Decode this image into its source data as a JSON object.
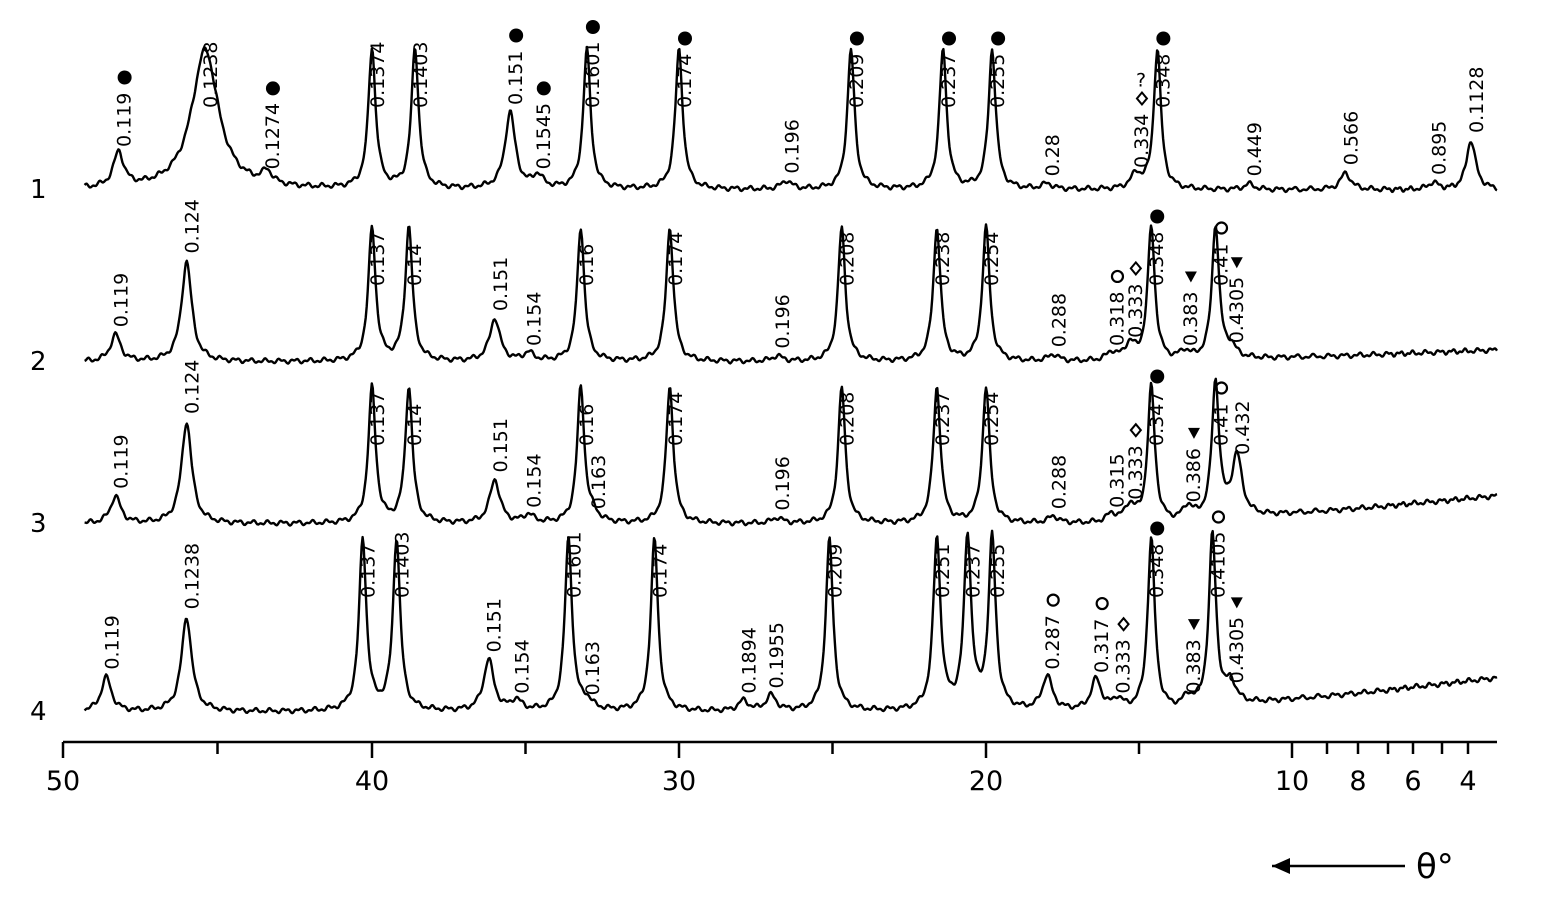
{
  "chart_data": {
    "type": "line",
    "title": "",
    "xlabel": "θ°",
    "ylabel": "",
    "x_direction": "decreasing to the right",
    "x_scale": "angle",
    "grid": false,
    "xlim": [
      50,
      3
    ],
    "x_ticks": [
      {
        "value": 50,
        "label": "50"
      },
      {
        "value": 45,
        "label": ""
      },
      {
        "value": 40,
        "label": "40"
      },
      {
        "value": 35,
        "label": ""
      },
      {
        "value": 30,
        "label": "30"
      },
      {
        "value": 25,
        "label": ""
      },
      {
        "value": 20,
        "label": "20"
      },
      {
        "value": 15,
        "label": ""
      },
      {
        "value": 10,
        "label": "10"
      },
      {
        "value": 9,
        "label": ""
      },
      {
        "value": 8,
        "label": "8"
      },
      {
        "value": 7,
        "label": ""
      },
      {
        "value": 6,
        "label": "6"
      },
      {
        "value": 5,
        "label": ""
      },
      {
        "value": 4,
        "label": "4"
      }
    ],
    "marker_legend": {
      "filled_circle": "●",
      "open_circle": "○",
      "diamond": "◇",
      "triangle": "▼",
      "question": "?"
    },
    "series": [
      {
        "name": "1",
        "peaks": [
          {
            "x": 48.2,
            "h": 0.25,
            "label": "0.119",
            "marker": "filled_circle"
          },
          {
            "x": 45.4,
            "h": 1.0,
            "w": 1.1,
            "label": "0.1238"
          },
          {
            "x": 43.4,
            "h": 0.09,
            "label": "0.1274",
            "marker": "filled_circle"
          },
          {
            "x": 40.0,
            "h": 1.0,
            "label": "0.1374"
          },
          {
            "x": 38.6,
            "h": 1.0,
            "label": "0.1403"
          },
          {
            "x": 35.5,
            "h": 0.55,
            "label": "0.151",
            "marker": "filled_circle"
          },
          {
            "x": 34.6,
            "h": 0.09,
            "label": "0.1545",
            "marker": "filled_circle"
          },
          {
            "x": 33.0,
            "h": 1.0,
            "label": "0.1601",
            "marker": "filled_circle"
          },
          {
            "x": 30.0,
            "h": 1.0,
            "label": "0.174",
            "marker": "filled_circle"
          },
          {
            "x": 26.5,
            "h": 0.06,
            "label": "0.196"
          },
          {
            "x": 24.4,
            "h": 1.0,
            "label": "0.209",
            "marker": "filled_circle"
          },
          {
            "x": 21.4,
            "h": 1.0,
            "label": "0.237",
            "marker": "filled_circle"
          },
          {
            "x": 19.8,
            "h": 1.0,
            "label": "0.255",
            "marker": "filled_circle"
          },
          {
            "x": 18.0,
            "h": 0.04,
            "label": "0.28"
          },
          {
            "x": 15.1,
            "h": 0.1,
            "label": "0.334",
            "marker": "diamond",
            "question": true
          },
          {
            "x": 14.4,
            "h": 1.0,
            "label": "0.348",
            "marker": "filled_circle"
          },
          {
            "x": 11.4,
            "h": 0.04,
            "label": "0.449"
          },
          {
            "x": 8.4,
            "h": 0.12,
            "label": "0.566"
          },
          {
            "x": 5.3,
            "h": 0.05,
            "label": "0.895"
          },
          {
            "x": 3.9,
            "h": 0.35,
            "label": "0.1128"
          }
        ]
      },
      {
        "name": "2",
        "peaks": [
          {
            "x": 48.3,
            "h": 0.2,
            "label": "0.119"
          },
          {
            "x": 46.0,
            "h": 0.75,
            "label": "0.124"
          },
          {
            "x": 40.0,
            "h": 1.0,
            "label": "0.137"
          },
          {
            "x": 38.8,
            "h": 1.0,
            "label": "0.14"
          },
          {
            "x": 36.0,
            "h": 0.32,
            "label": "0.151"
          },
          {
            "x": 34.9,
            "h": 0.06,
            "label": "0.154"
          },
          {
            "x": 33.2,
            "h": 1.0,
            "label": "0.16"
          },
          {
            "x": 30.3,
            "h": 1.0,
            "label": "0.174"
          },
          {
            "x": 26.8,
            "h": 0.04,
            "label": "0.196"
          },
          {
            "x": 24.7,
            "h": 1.0,
            "label": "0.208"
          },
          {
            "x": 21.6,
            "h": 1.0,
            "label": "0.238"
          },
          {
            "x": 20.0,
            "h": 1.0,
            "label": "0.254"
          },
          {
            "x": 17.8,
            "h": 0.05,
            "label": "0.288"
          },
          {
            "x": 15.9,
            "h": 0.06,
            "label": "0.318",
            "marker": "open_circle"
          },
          {
            "x": 15.3,
            "h": 0.12,
            "label": "0.333",
            "marker": "diamond"
          },
          {
            "x": 14.6,
            "h": 1.0,
            "label": "0.348",
            "marker": "filled_circle"
          },
          {
            "x": 13.5,
            "h": 0.06,
            "label": "0.383",
            "marker": "triangle"
          },
          {
            "x": 12.5,
            "h": 1.0,
            "label": "0.41",
            "marker": "open_circle"
          },
          {
            "x": 12.0,
            "h": 0.08,
            "label": "0.4305",
            "marker": "triangle"
          }
        ]
      },
      {
        "name": "3",
        "peaks": [
          {
            "x": 48.3,
            "h": 0.2,
            "label": "0.119"
          },
          {
            "x": 46.0,
            "h": 0.75,
            "label": "0.124"
          },
          {
            "x": 40.0,
            "h": 1.0,
            "label": "0.137"
          },
          {
            "x": 38.8,
            "h": 1.0,
            "label": "0.14"
          },
          {
            "x": 36.0,
            "h": 0.32,
            "label": "0.151"
          },
          {
            "x": 34.9,
            "h": 0.06,
            "label": "0.154"
          },
          {
            "x": 33.2,
            "h": 1.0,
            "label": "0.16"
          },
          {
            "x": 32.8,
            "h": 0.05,
            "label": "0.163"
          },
          {
            "x": 30.3,
            "h": 1.0,
            "label": "0.174"
          },
          {
            "x": 26.8,
            "h": 0.04,
            "label": "0.196"
          },
          {
            "x": 24.7,
            "h": 1.0,
            "label": "0.208"
          },
          {
            "x": 21.6,
            "h": 1.0,
            "label": "0.237"
          },
          {
            "x": 20.0,
            "h": 1.0,
            "label": "0.254"
          },
          {
            "x": 17.8,
            "h": 0.05,
            "label": "0.288"
          },
          {
            "x": 15.9,
            "h": 0.06,
            "label": "0.315"
          },
          {
            "x": 15.3,
            "h": 0.12,
            "label": "0.333",
            "marker": "diamond"
          },
          {
            "x": 14.6,
            "h": 1.0,
            "label": "0.347",
            "marker": "filled_circle"
          },
          {
            "x": 13.4,
            "h": 0.1,
            "label": "0.386",
            "marker": "triangle"
          },
          {
            "x": 12.5,
            "h": 1.0,
            "label": "0.41",
            "marker": "open_circle"
          },
          {
            "x": 11.8,
            "h": 0.45,
            "label": "0.432"
          }
        ]
      },
      {
        "name": "4",
        "peaks": [
          {
            "x": 48.6,
            "h": 0.2,
            "label": "0.119"
          },
          {
            "x": 46.0,
            "h": 0.55,
            "label": "0.1238"
          },
          {
            "x": 40.3,
            "h": 1.0,
            "label": "0.137"
          },
          {
            "x": 39.2,
            "h": 1.0,
            "label": "0.1403"
          },
          {
            "x": 36.2,
            "h": 0.3,
            "label": "0.151"
          },
          {
            "x": 35.3,
            "h": 0.06,
            "label": "0.154"
          },
          {
            "x": 33.6,
            "h": 1.0,
            "label": "0.1601"
          },
          {
            "x": 33.0,
            "h": 0.05,
            "label": "0.163"
          },
          {
            "x": 30.8,
            "h": 1.0,
            "label": "0.174"
          },
          {
            "x": 27.9,
            "h": 0.06,
            "label": "0.1894"
          },
          {
            "x": 27.0,
            "h": 0.09,
            "label": "0.1955"
          },
          {
            "x": 25.1,
            "h": 1.0,
            "label": "0.209"
          },
          {
            "x": 21.6,
            "h": 1.0,
            "label": "0.251"
          },
          {
            "x": 20.6,
            "h": 1.0,
            "label": "0.237"
          },
          {
            "x": 19.8,
            "h": 1.0,
            "label": "0.255"
          },
          {
            "x": 18.0,
            "h": 0.2,
            "label": "0.287",
            "marker": "open_circle"
          },
          {
            "x": 16.4,
            "h": 0.18,
            "label": "0.317",
            "marker": "open_circle"
          },
          {
            "x": 15.7,
            "h": 0.06,
            "label": "0.333",
            "marker": "diamond"
          },
          {
            "x": 14.6,
            "h": 1.0,
            "label": "0.348",
            "marker": "filled_circle"
          },
          {
            "x": 13.4,
            "h": 0.06,
            "label": "0.383",
            "marker": "triangle"
          },
          {
            "x": 12.6,
            "h": 1.0,
            "label": "0.4105",
            "marker": "open_circle"
          },
          {
            "x": 12.0,
            "h": 0.12,
            "label": "0.4305",
            "marker": "triangle"
          }
        ]
      }
    ]
  }
}
